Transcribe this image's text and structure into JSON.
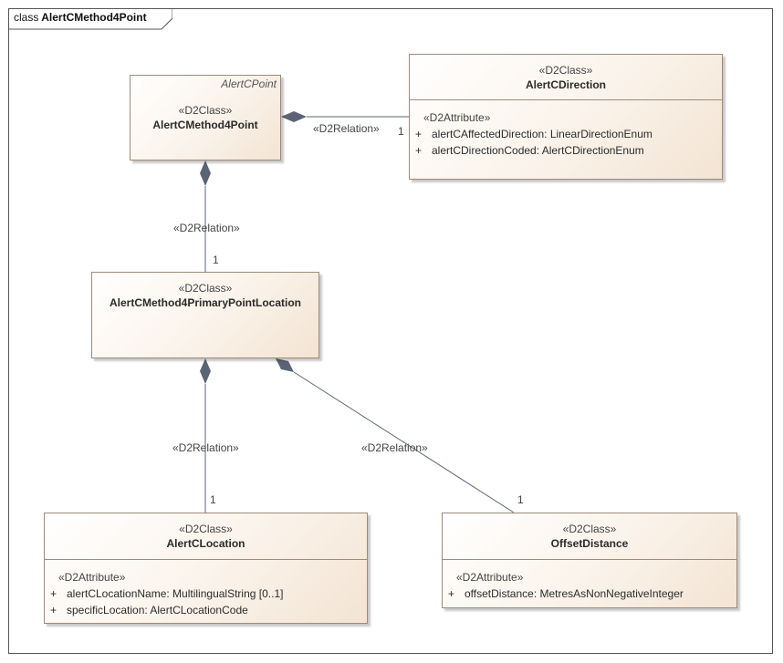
{
  "frame": {
    "keyword": "class",
    "title": "AlertCMethod4Point"
  },
  "classes": {
    "method4point": {
      "parent": "AlertCPoint",
      "stereotype": "«D2Class»",
      "name": "AlertCMethod4Point"
    },
    "direction": {
      "stereotype": "«D2Class»",
      "name": "AlertCDirection",
      "attr_stereotype": "«D2Attribute»",
      "attributes": [
        {
          "vis": "+",
          "text": "alertCAffectedDirection: LinearDirectionEnum"
        },
        {
          "vis": "+",
          "text": "alertCDirectionCoded: AlertCDirectionEnum"
        }
      ]
    },
    "primary": {
      "stereotype": "«D2Class»",
      "name": "AlertCMethod4PrimaryPointLocation"
    },
    "location": {
      "stereotype": "«D2Class»",
      "name": "AlertCLocation",
      "attr_stereotype": "«D2Attribute»",
      "attributes": [
        {
          "vis": "+",
          "text": "alertCLocationName: MultilingualString [0..1]"
        },
        {
          "vis": "+",
          "text": "specificLocation: AlertCLocationCode"
        }
      ]
    },
    "offset": {
      "stereotype": "«D2Class»",
      "name": "OffsetDistance",
      "attr_stereotype": "«D2Attribute»",
      "attributes": [
        {
          "vis": "+",
          "text": "offsetDistance: MetresAsNonNegativeInteger"
        }
      ]
    }
  },
  "relations": [
    {
      "from": "method4point",
      "to": "direction",
      "label": "«D2Relation»",
      "multiplicity": "1"
    },
    {
      "from": "method4point",
      "to": "primary",
      "label": "«D2Relation»",
      "multiplicity": "1"
    },
    {
      "from": "primary",
      "to": "location",
      "label": "«D2Relation»",
      "multiplicity": "1"
    },
    {
      "from": "primary",
      "to": "offset",
      "label": "«D2Relation»",
      "multiplicity": "1"
    }
  ],
  "colors": {
    "border": "#a08a78",
    "fill_start": "#ffffff",
    "fill_end": "#f3e4d4",
    "connector": "#5b6475",
    "diamond": "#5b6475"
  }
}
